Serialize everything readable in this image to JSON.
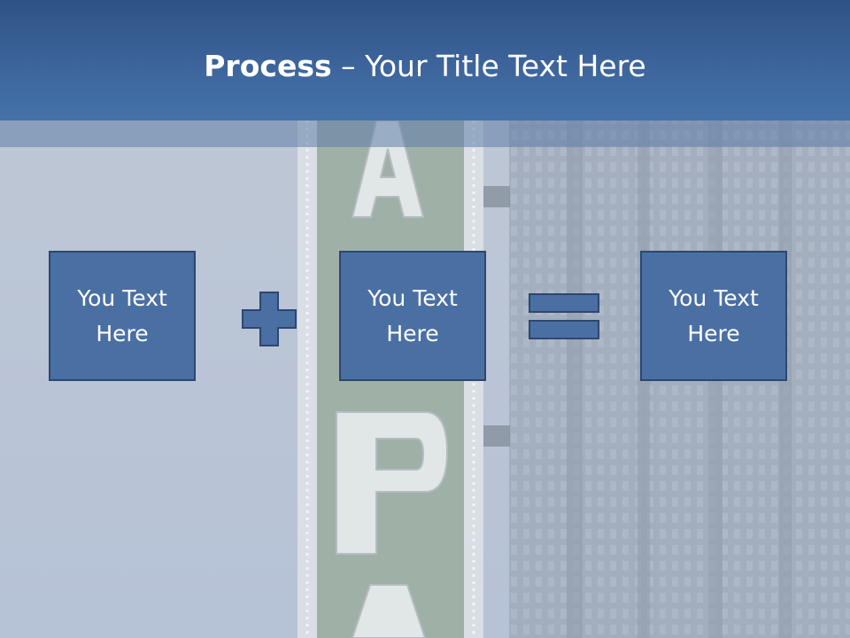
{
  "slide": {
    "title_bold": "Process",
    "title_rest": " – Your Title Text Here",
    "boxes": [
      {
        "text": "You Text Here"
      },
      {
        "text": "You Text Here"
      },
      {
        "text": "You Text Here"
      }
    ]
  },
  "operators": [
    "plus-icon",
    "equals-icon"
  ],
  "colors": {
    "header": "#3d659c",
    "box_fill": "#4a6fa3",
    "box_border": "#2c4770",
    "text": "#ffffff"
  }
}
